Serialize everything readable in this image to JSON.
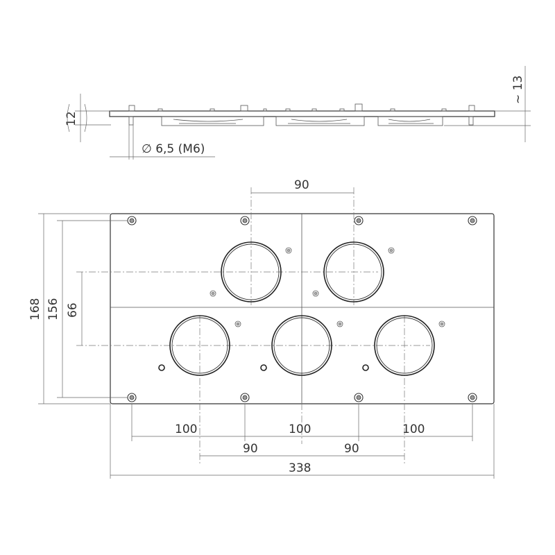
{
  "diagram": {
    "side_view": {
      "thickness_label": "12",
      "overall_height_label": "~ 13",
      "hole_label": "∅ 6,5 (M6)"
    },
    "front_view": {
      "top_spacing_label": "90",
      "height_label": "168",
      "inner_height_label": "156",
      "row_offset_label": "66",
      "bottom_dims": {
        "left_100": "100",
        "mid_100": "100",
        "right_100": "100",
        "left_90": "90",
        "right_90": "90",
        "total_width": "338"
      }
    }
  }
}
